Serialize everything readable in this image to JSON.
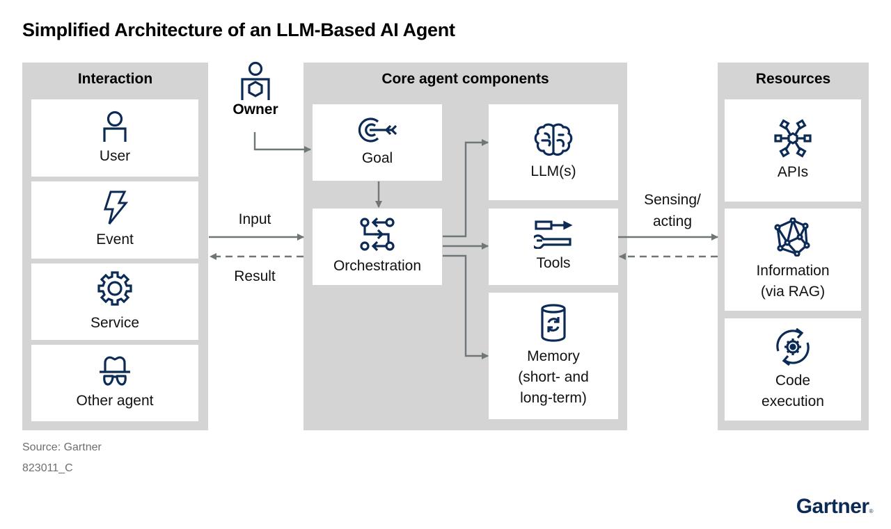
{
  "title": "Simplified Architecture of an LLM-Based AI Agent",
  "colors": {
    "icon": "#0b2a55",
    "panel": "#d4d4d4",
    "arrow": "#6e7678",
    "footer": "#6b6f72"
  },
  "interaction": {
    "heading": "Interaction",
    "items": [
      {
        "label": "User",
        "icon": "user-icon"
      },
      {
        "label": "Event",
        "icon": "lightning-icon"
      },
      {
        "label": "Service",
        "icon": "gear-icon"
      },
      {
        "label": "Other agent",
        "icon": "incognito-agent-icon"
      }
    ]
  },
  "owner": {
    "label": "Owner",
    "icon": "owner-icon"
  },
  "flows": {
    "input": "Input",
    "result": "Result",
    "sensing_line1": "Sensing/",
    "sensing_line2": "acting"
  },
  "core": {
    "heading": "Core agent components",
    "goal": {
      "label": "Goal",
      "icon": "target-icon"
    },
    "orchestration": {
      "label": "Orchestration",
      "icon": "orchestration-icon"
    },
    "llm": {
      "label": "LLM(s)",
      "icon": "brain-icon"
    },
    "tools": {
      "label": "Tools",
      "icon": "tools-icon"
    },
    "memory": {
      "line1": "Memory",
      "line2": "(short- and",
      "line3": "long-term)",
      "icon": "database-sync-icon"
    }
  },
  "resources": {
    "heading": "Resources",
    "apis": {
      "label": "APIs",
      "icon": "api-network-icon"
    },
    "information": {
      "line1": "Information",
      "line2": "(via RAG)",
      "icon": "knowledge-graph-icon"
    },
    "code": {
      "line1": "Code",
      "line2": "execution",
      "icon": "gear-cycle-icon"
    }
  },
  "footer": {
    "source": "Source: Gartner",
    "id": "823011_C"
  },
  "brand": {
    "logo": "Gartner",
    "mark": "®"
  }
}
